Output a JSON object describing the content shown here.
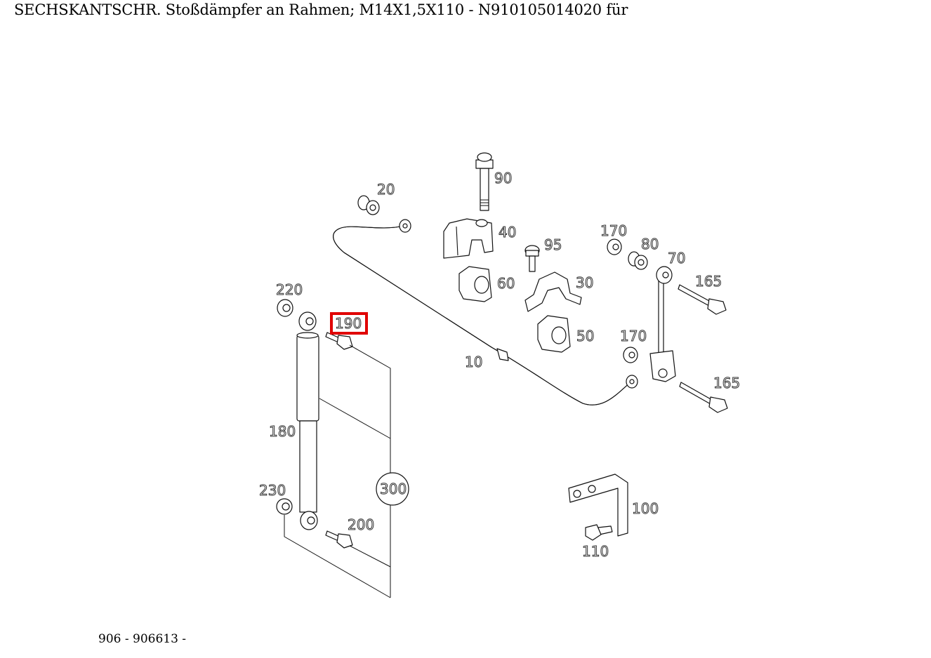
{
  "header": {
    "title": "SECHSKANTSCHR. Stoßdämpfer an Rahmen; M14X1,5X110 - N910105014020 für"
  },
  "footer": {
    "code": "906 - 906613 -"
  },
  "highlight": {
    "label": "190",
    "color": "#e00000"
  },
  "labels": {
    "p10": "10",
    "p20": "20",
    "p30": "30",
    "p40": "40",
    "p50": "50",
    "p60": "60",
    "p70": "70",
    "p80": "80",
    "p90": "90",
    "p95": "95",
    "p100": "100",
    "p110": "110",
    "p165a": "165",
    "p165b": "165",
    "p170a": "170",
    "p170b": "170",
    "p180": "180",
    "p190": "190",
    "p200": "200",
    "p220": "220",
    "p230": "230",
    "p300": "300"
  }
}
